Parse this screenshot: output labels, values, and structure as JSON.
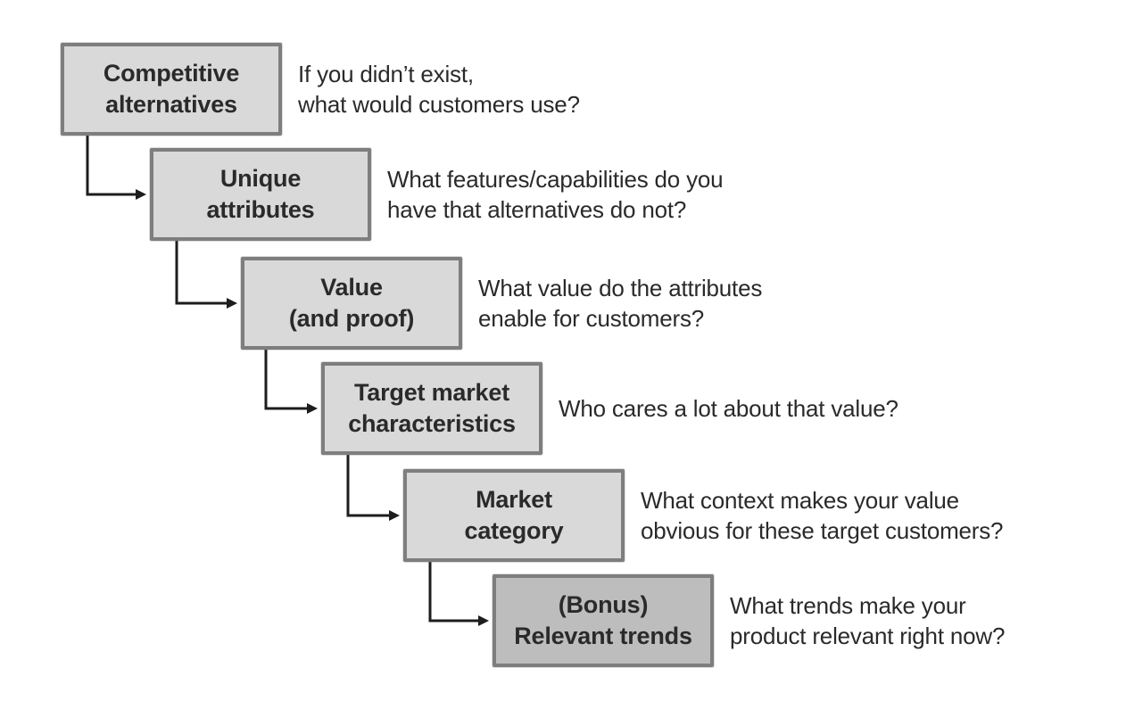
{
  "diagram": {
    "name": "positioning-components-cascade",
    "steps": [
      {
        "id": "competitive-alternatives",
        "label": "Competitive\nalternatives",
        "question": "If you didn’t exist,\nwhat would customers use?",
        "bonus": false
      },
      {
        "id": "unique-attributes",
        "label": "Unique\nattributes",
        "question": "What features/capabilities do you\nhave that alternatives do not?",
        "bonus": false
      },
      {
        "id": "value-and-proof",
        "label": "Value\n(and proof)",
        "question": "What value do the attributes\nenable for customers?",
        "bonus": false
      },
      {
        "id": "target-market-characteristics",
        "label": "Target market\ncharacteristics",
        "question": "Who cares a lot about that value?",
        "bonus": false
      },
      {
        "id": "market-category",
        "label": "Market\ncategory",
        "question": "What context makes your value\nobvious for these target customers?",
        "bonus": false
      },
      {
        "id": "relevant-trends",
        "label": "(Bonus)\nRelevant trends",
        "question": "What trends make your\nproduct relevant right now?",
        "bonus": true
      }
    ],
    "colors": {
      "background": "#ffffff",
      "box_fill": "#d9d9d9",
      "bonus_box_fill": "#bdbdbd",
      "box_border": "#7e7e7e",
      "label_text": "#2a2a2a",
      "question_text": "#2a2a2a",
      "arrow": "#1d1d1d"
    }
  }
}
